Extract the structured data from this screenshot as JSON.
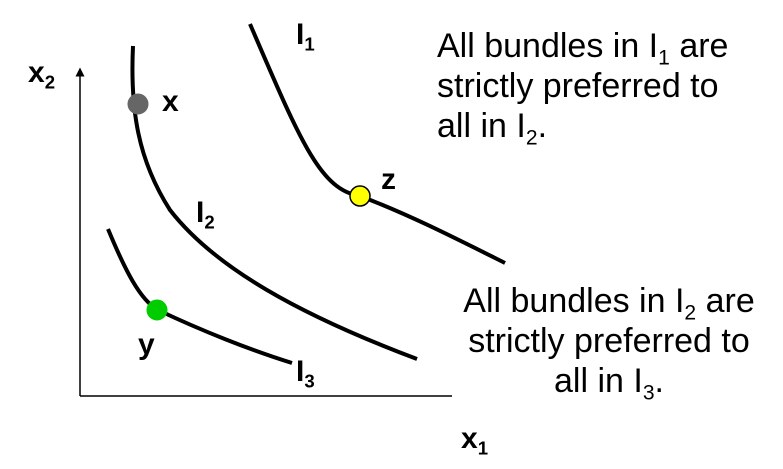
{
  "axes": {
    "x_label": "x",
    "x_label_sub": "1",
    "y_label": "x",
    "y_label_sub": "2"
  },
  "curves": [
    {
      "id": "I1",
      "label": "I",
      "label_sub": "1"
    },
    {
      "id": "I2",
      "label": "I",
      "label_sub": "2"
    },
    {
      "id": "I3",
      "label": "I",
      "label_sub": "3"
    }
  ],
  "points": [
    {
      "id": "x",
      "label": "x",
      "color": "#666666",
      "curve": "I2"
    },
    {
      "id": "z",
      "label": "z",
      "color": "#ffff00",
      "curve": "I1"
    },
    {
      "id": "y",
      "label": "y",
      "color": "#00cc00",
      "curve": "I3"
    }
  ],
  "notes": {
    "top": {
      "line1": "All bundles in I",
      "line1_sub": "1",
      "line1_end": " are",
      "line2": "strictly preferred to",
      "line3": "all in I",
      "line3_sub": "2",
      "line3_end": "."
    },
    "bottom": {
      "line1": "All bundles in I",
      "line1_sub": "2",
      "line1_end": " are",
      "line2": "strictly preferred to",
      "line3": "all in I",
      "line3_sub": "3",
      "line3_end": "."
    }
  },
  "colors": {
    "curve": "#000000",
    "axis": "#000000",
    "point_outline": "#000000"
  }
}
